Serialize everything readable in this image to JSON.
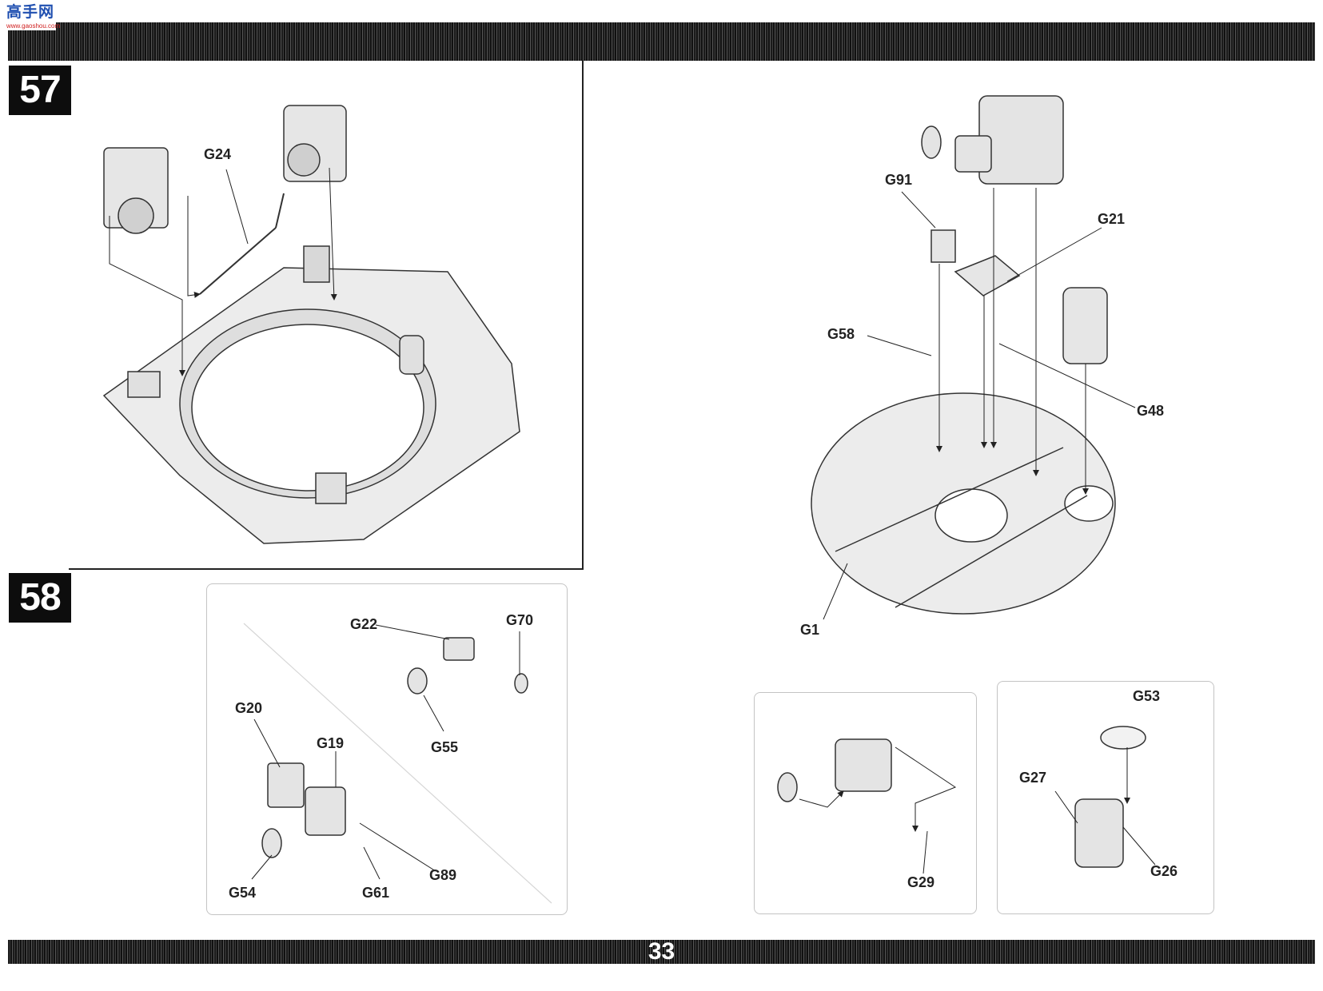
{
  "logo": {
    "main": "高手网",
    "sub": "www.gaoshou.com"
  },
  "page_number": "33",
  "step_57": {
    "number": "57",
    "labels": {
      "g24": "G24",
      "g91": "G91",
      "g21": "G21",
      "g58": "G58",
      "g48": "G48",
      "g1": "G1"
    }
  },
  "step_58": {
    "number": "58",
    "labels": {
      "g22": "G22",
      "g70": "G70",
      "g55": "G55",
      "g20": "G20",
      "g19": "G19",
      "g54": "G54",
      "g61": "G61",
      "g89": "G89",
      "g29": "G29",
      "g53": "G53",
      "g27": "G27",
      "g26": "G26"
    }
  },
  "colors": {
    "ink": "#222222",
    "band": "#1b1b1b",
    "part_fill": "#e4e4e4",
    "box_border": "#c4c4c4"
  }
}
